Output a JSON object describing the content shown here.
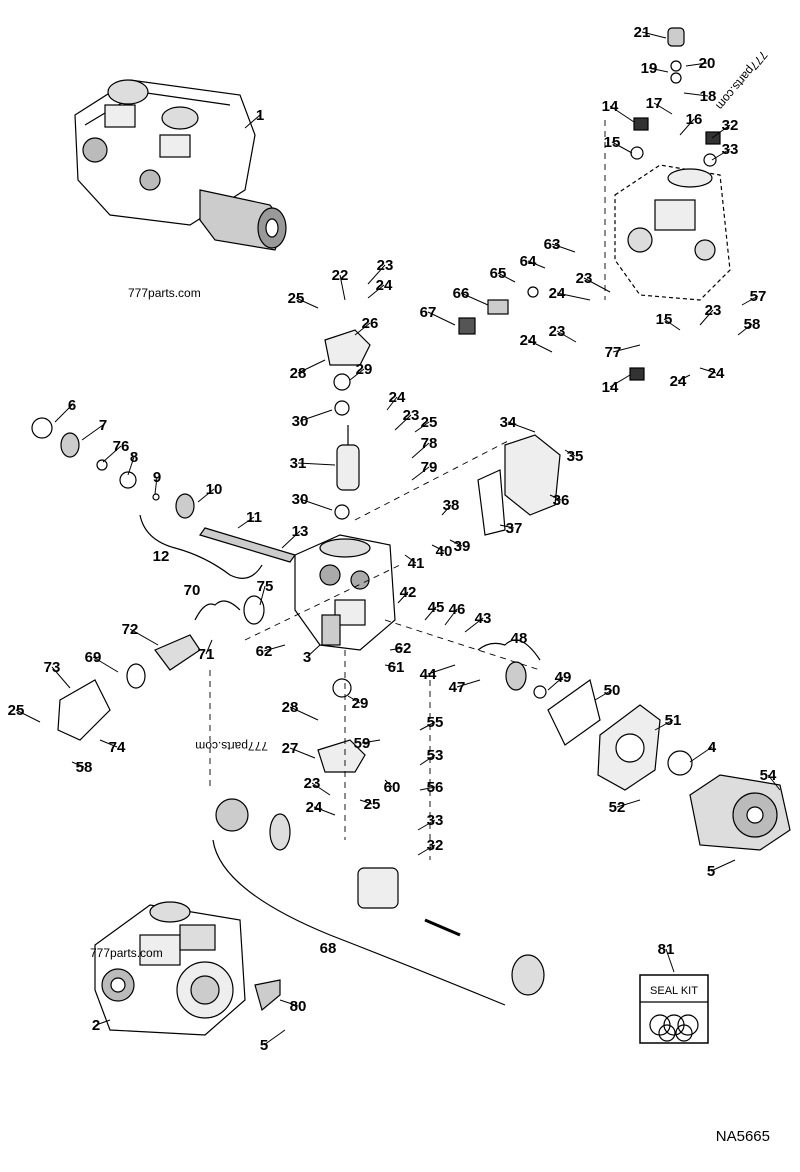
{
  "drawing_code": "NA5665",
  "watermarks": [
    "777parts.com",
    "777parts.com",
    "777parts.com",
    "777parts.com"
  ],
  "seal_kit_label": "SEAL KIT",
  "callouts": [
    {
      "id": "1",
      "label": "1"
    },
    {
      "id": "2",
      "label": "2"
    },
    {
      "id": "3",
      "label": "3"
    },
    {
      "id": "4",
      "label": "4"
    },
    {
      "id": "5a",
      "label": "5"
    },
    {
      "id": "5b",
      "label": "5"
    },
    {
      "id": "6",
      "label": "6"
    },
    {
      "id": "7",
      "label": "7"
    },
    {
      "id": "8",
      "label": "8"
    },
    {
      "id": "9",
      "label": "9"
    },
    {
      "id": "10",
      "label": "10"
    },
    {
      "id": "11",
      "label": "11"
    },
    {
      "id": "12",
      "label": "12"
    },
    {
      "id": "13",
      "label": "13"
    },
    {
      "id": "14a",
      "label": "14"
    },
    {
      "id": "14b",
      "label": "14"
    },
    {
      "id": "15a",
      "label": "15"
    },
    {
      "id": "15b",
      "label": "15"
    },
    {
      "id": "16",
      "label": "16"
    },
    {
      "id": "17",
      "label": "17"
    },
    {
      "id": "18",
      "label": "18"
    },
    {
      "id": "19",
      "label": "19"
    },
    {
      "id": "20",
      "label": "20"
    },
    {
      "id": "21",
      "label": "21"
    },
    {
      "id": "22",
      "label": "22"
    },
    {
      "id": "23a",
      "label": "23"
    },
    {
      "id": "23b",
      "label": "23"
    },
    {
      "id": "23c",
      "label": "23"
    },
    {
      "id": "23d",
      "label": "23"
    },
    {
      "id": "23e",
      "label": "23"
    },
    {
      "id": "23f",
      "label": "23"
    },
    {
      "id": "24a",
      "label": "24"
    },
    {
      "id": "24b",
      "label": "24"
    },
    {
      "id": "24c",
      "label": "24"
    },
    {
      "id": "24d",
      "label": "24"
    },
    {
      "id": "24e",
      "label": "24"
    },
    {
      "id": "24f",
      "label": "24"
    },
    {
      "id": "24g",
      "label": "24"
    },
    {
      "id": "25a",
      "label": "25"
    },
    {
      "id": "25b",
      "label": "25"
    },
    {
      "id": "25c",
      "label": "25"
    },
    {
      "id": "25d",
      "label": "25"
    },
    {
      "id": "26",
      "label": "26"
    },
    {
      "id": "27",
      "label": "27"
    },
    {
      "id": "28a",
      "label": "28"
    },
    {
      "id": "28b",
      "label": "28"
    },
    {
      "id": "29a",
      "label": "29"
    },
    {
      "id": "29b",
      "label": "29"
    },
    {
      "id": "30a",
      "label": "30"
    },
    {
      "id": "30b",
      "label": "30"
    },
    {
      "id": "31",
      "label": "31"
    },
    {
      "id": "32a",
      "label": "32"
    },
    {
      "id": "32b",
      "label": "32"
    },
    {
      "id": "33a",
      "label": "33"
    },
    {
      "id": "33b",
      "label": "33"
    },
    {
      "id": "34",
      "label": "34"
    },
    {
      "id": "35",
      "label": "35"
    },
    {
      "id": "36",
      "label": "36"
    },
    {
      "id": "37",
      "label": "37"
    },
    {
      "id": "38",
      "label": "38"
    },
    {
      "id": "39",
      "label": "39"
    },
    {
      "id": "40",
      "label": "40"
    },
    {
      "id": "41",
      "label": "41"
    },
    {
      "id": "42",
      "label": "42"
    },
    {
      "id": "43",
      "label": "43"
    },
    {
      "id": "44",
      "label": "44"
    },
    {
      "id": "45",
      "label": "45"
    },
    {
      "id": "46",
      "label": "46"
    },
    {
      "id": "47",
      "label": "47"
    },
    {
      "id": "48",
      "label": "48"
    },
    {
      "id": "49",
      "label": "49"
    },
    {
      "id": "50",
      "label": "50"
    },
    {
      "id": "51",
      "label": "51"
    },
    {
      "id": "52",
      "label": "52"
    },
    {
      "id": "53",
      "label": "53"
    },
    {
      "id": "54",
      "label": "54"
    },
    {
      "id": "55",
      "label": "55"
    },
    {
      "id": "56",
      "label": "56"
    },
    {
      "id": "57",
      "label": "57"
    },
    {
      "id": "58a",
      "label": "58"
    },
    {
      "id": "58b",
      "label": "58"
    },
    {
      "id": "59",
      "label": "59"
    },
    {
      "id": "60",
      "label": "60"
    },
    {
      "id": "61",
      "label": "61"
    },
    {
      "id": "62a",
      "label": "62"
    },
    {
      "id": "62b",
      "label": "62"
    },
    {
      "id": "63",
      "label": "63"
    },
    {
      "id": "64",
      "label": "64"
    },
    {
      "id": "65",
      "label": "65"
    },
    {
      "id": "66",
      "label": "66"
    },
    {
      "id": "67",
      "label": "67"
    },
    {
      "id": "68",
      "label": "68"
    },
    {
      "id": "69",
      "label": "69"
    },
    {
      "id": "70",
      "label": "70"
    },
    {
      "id": "71",
      "label": "71"
    },
    {
      "id": "72",
      "label": "72"
    },
    {
      "id": "73",
      "label": "73"
    },
    {
      "id": "74",
      "label": "74"
    },
    {
      "id": "75",
      "label": "75"
    },
    {
      "id": "76",
      "label": "76"
    },
    {
      "id": "77",
      "label": "77"
    },
    {
      "id": "78",
      "label": "78"
    },
    {
      "id": "79",
      "label": "79"
    },
    {
      "id": "80",
      "label": "80"
    },
    {
      "id": "81",
      "label": "81"
    }
  ]
}
